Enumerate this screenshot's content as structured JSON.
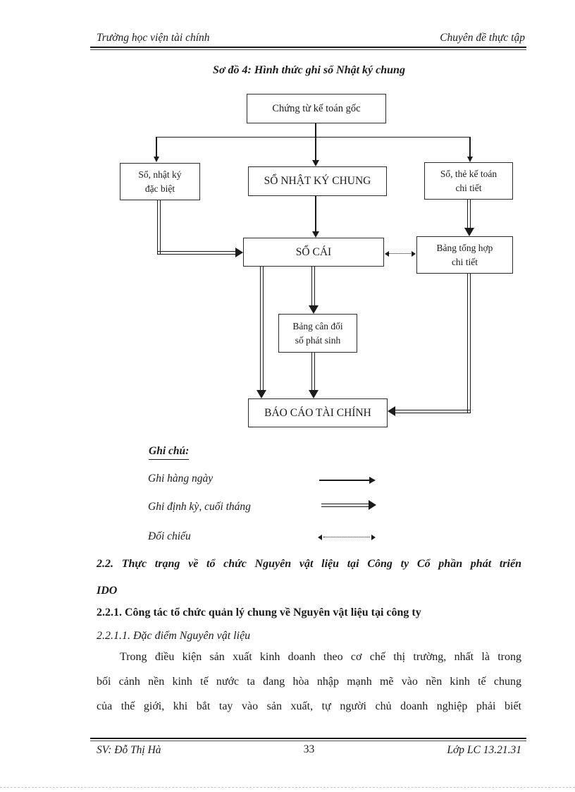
{
  "colors": {
    "ink": "#1b1b1b",
    "box_border": "#2b2b2b",
    "page_background": "#ffffff",
    "page_edge_dashes": "#cfc0c0"
  },
  "header": {
    "left": "Trường học viện tài chính",
    "right": "Chuyên đề thực tập"
  },
  "diagram": {
    "title": "Sơ đồ 4: Hình thức ghi sổ Nhật ký chung",
    "boxes": {
      "chung_tu": "Chứng từ kế toán gốc",
      "nhat_ky_line1": "Sổ, nhật ký",
      "nhat_ky_line2": "đặc biệt",
      "so_nkc": "SỔ NHẬT KÝ CHUNG",
      "so_the_line1": "Sổ, thẻ kế toán",
      "so_the_line2": "chi tiết",
      "so_cai": "SỔ CÁI",
      "bang_tong_hop_line1": "Bảng tổng hợp",
      "bang_tong_hop_line2": "chi tiết",
      "bang_can_doi_line1": "Bảng cân đối",
      "bang_can_doi_line2": "số phát sinh",
      "bao_cao": "BÁO CÁO TÀI CHÍNH"
    },
    "legend": {
      "title": "Ghi chú:",
      "items": [
        {
          "label": "Ghi hàng ngày",
          "style": "solid-single-arrow"
        },
        {
          "label": "Ghi định kỳ, cuối tháng",
          "style": "solid-double-arrow"
        },
        {
          "label": "Đối chiếu",
          "style": "dotted-two-headed-arrow"
        }
      ]
    }
  },
  "content": {
    "heading_2_2_line1": "2.2. Thực trạng về tổ chức Nguyên vật liệu tại Công ty Cổ phần phát triển",
    "heading_2_2_line2": "IDO",
    "heading_2_2_1": "2.2.1. Công tác tổ chức quản lý chung về Nguyên vật liệu tại công ty",
    "heading_2_2_1_1": "2.2.1.1. Đặc điểm Nguyên vật liệu",
    "paragraph_lines": [
      "Trong điều kiện sản xuất kinh doanh theo cơ chế thị trường, nhất là trong",
      "bối cảnh nền kinh tế nước ta đang hòa nhập mạnh mẽ vào nền kinh tế chung",
      "của thế giới, khi bắt tay vào sản xuất, tự người chủ doanh nghiệp phải biết"
    ]
  },
  "footer": {
    "left": "SV: Đỗ Thị Hà",
    "page_number": "33",
    "right": "Lớp LC 13.21.31"
  }
}
